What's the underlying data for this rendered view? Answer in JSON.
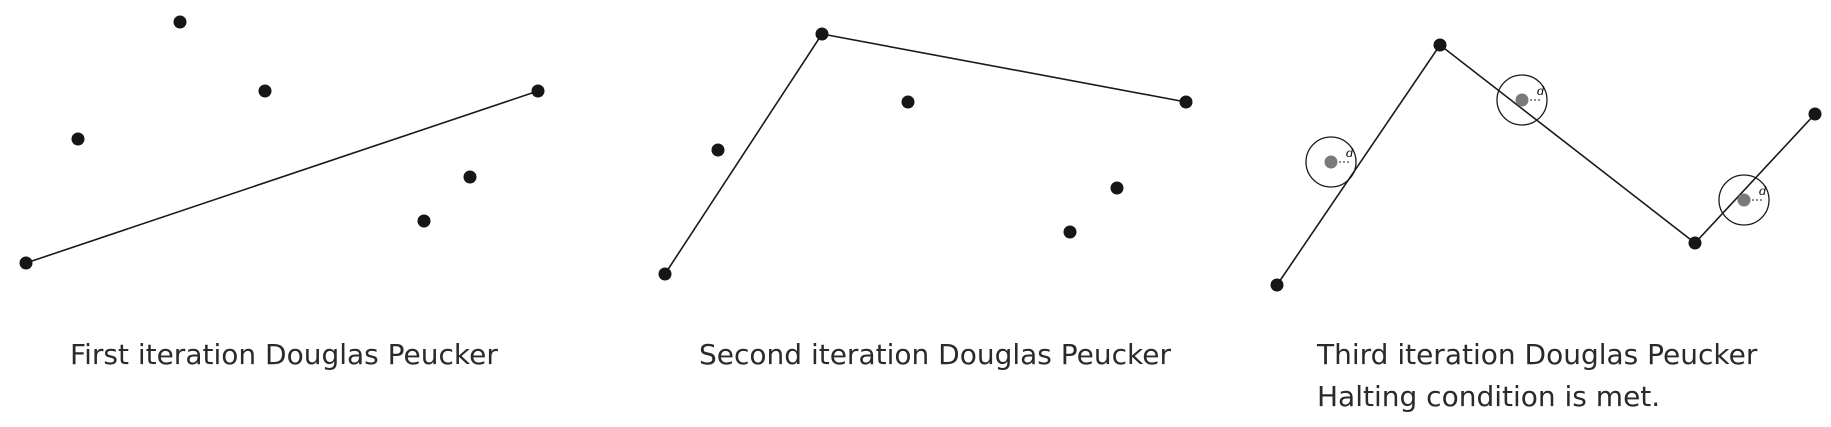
{
  "panels": [
    {
      "caption_lines": [
        "First iteration Douglas Peucker"
      ],
      "polyline": [
        [
          26,
          263
        ],
        [
          538,
          91
        ]
      ],
      "points": [
        [
          180,
          22
        ],
        [
          265,
          91
        ],
        [
          78,
          139
        ],
        [
          470,
          177
        ],
        [
          424,
          221
        ]
      ],
      "tolerance_markers": []
    },
    {
      "caption_lines": [
        "Second iteration Douglas Peucker"
      ],
      "polyline": [
        [
          665,
          274
        ],
        [
          822,
          34
        ],
        [
          1186,
          102
        ]
      ],
      "points": [
        [
          908,
          102
        ],
        [
          718,
          150
        ],
        [
          1117,
          188
        ],
        [
          1070,
          232
        ]
      ],
      "tolerance_markers": []
    },
    {
      "caption_lines": [
        "Third iteration Douglas Peucker",
        "Halting condition is met."
      ],
      "polyline": [
        [
          1277,
          285
        ],
        [
          1440,
          45
        ],
        [
          1695,
          243
        ],
        [
          1815,
          114
        ]
      ],
      "points": [],
      "tolerance_markers": [
        {
          "point": [
            1331,
            162
          ],
          "label": "d"
        },
        {
          "point": [
            1522,
            100
          ],
          "label": "d"
        },
        {
          "point": [
            1744,
            200
          ],
          "label": "d"
        }
      ]
    }
  ],
  "colors": {
    "line": "#1a1a1a",
    "point": "#161616",
    "marker_point": "#7a7a7a",
    "caption": "#2a2a2a"
  }
}
